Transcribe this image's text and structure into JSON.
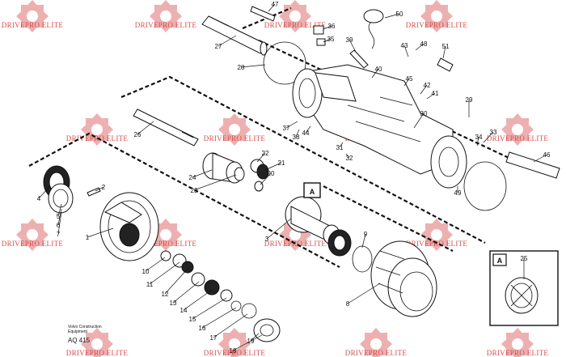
{
  "watermark": {
    "text": "DRIVEPRO ELITE",
    "color": "#d94c4c",
    "gear_color": "#e07070"
  },
  "callouts": [
    "1",
    "2",
    "3",
    "4",
    "5",
    "6",
    "7",
    "8",
    "9",
    "10",
    "11",
    "12",
    "13",
    "14",
    "15",
    "16",
    "17",
    "18",
    "19",
    "20",
    "21",
    "22",
    "23",
    "24",
    "25",
    "26",
    "27",
    "28",
    "29",
    "30",
    "31",
    "32",
    "33",
    "34",
    "35",
    "36",
    "37",
    "38",
    "39",
    "40",
    "41",
    "42",
    "43",
    "44",
    "45",
    "46",
    "47",
    "48",
    "49",
    "50",
    "51"
  ],
  "detail_box_labels": {
    "main_view": "A",
    "inset": "A"
  },
  "footer": {
    "brand_line1": "Volvo Construction",
    "brand_line2": "Equipment",
    "figure_code": "AQ 415"
  }
}
